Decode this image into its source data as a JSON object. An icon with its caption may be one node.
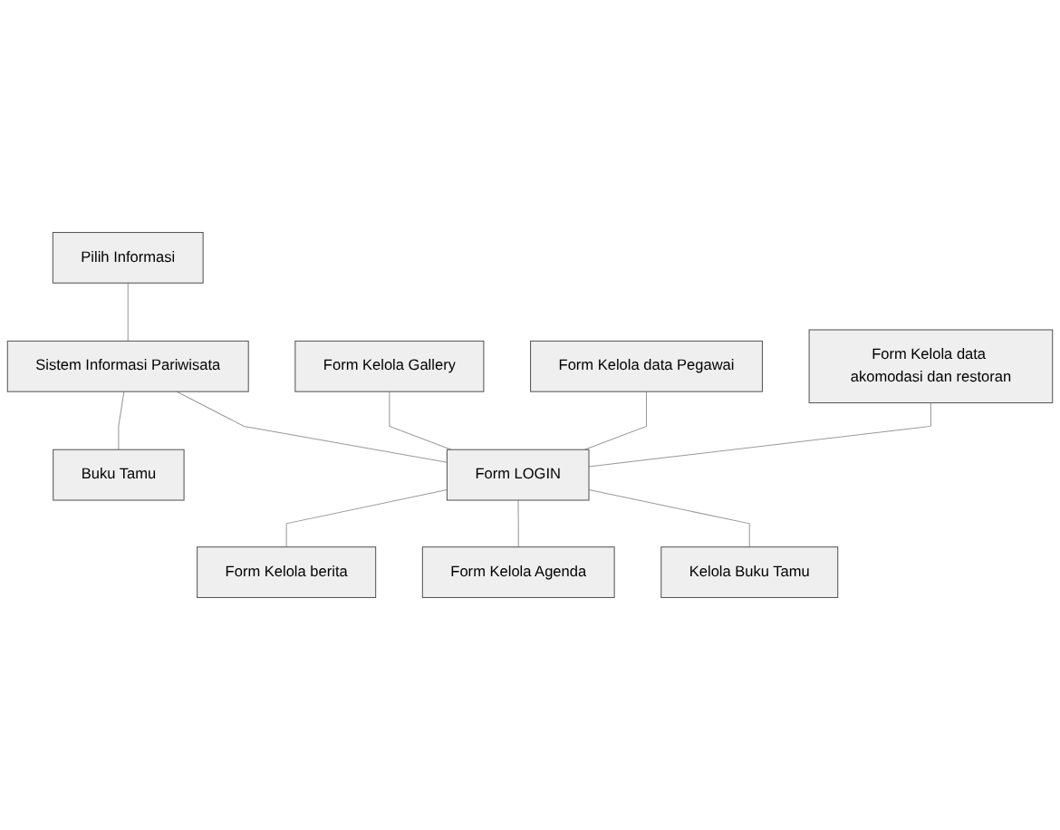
{
  "diagram": {
    "nodes": [
      {
        "text": [
          "Pilih Informasi"
        ]
      },
      {
        "text": [
          "Buku Tamu"
        ]
      },
      {
        "text": [
          "Sistem Informasi Pariwisata"
        ]
      },
      {
        "text": [
          "Form Kelola Gallery"
        ]
      },
      {
        "text": [
          "Form LOGIN"
        ]
      },
      {
        "text": [
          "Form Kelola berita"
        ]
      },
      {
        "text": [
          "Form Kelola data Pegawai"
        ]
      },
      {
        "text": [
          "Form Kelola data akomodasi dan restoran"
        ]
      },
      {
        "text": [
          "Form Kelola Agenda"
        ]
      },
      {
        "text": [
          "Kelola Buku Tamu"
        ]
      }
    ],
    "edges": [
      {
        "from": 0,
        "to": 2,
        "arrow": "none"
      },
      {
        "from": 2,
        "to": 1,
        "arrow": "none"
      },
      {
        "from": 2,
        "to": 4,
        "arrow": "none"
      },
      {
        "from": 3,
        "to": 4,
        "arrow": "none"
      },
      {
        "from": 4,
        "to": 5,
        "arrow": "none"
      },
      {
        "from": 6,
        "to": 4,
        "arrow": "none"
      },
      {
        "from": 7,
        "to": 4,
        "arrow": "none"
      },
      {
        "from": 4,
        "to": 8,
        "arrow": "none"
      },
      {
        "from": 4,
        "to": 9,
        "arrow": "none"
      }
    ]
  }
}
